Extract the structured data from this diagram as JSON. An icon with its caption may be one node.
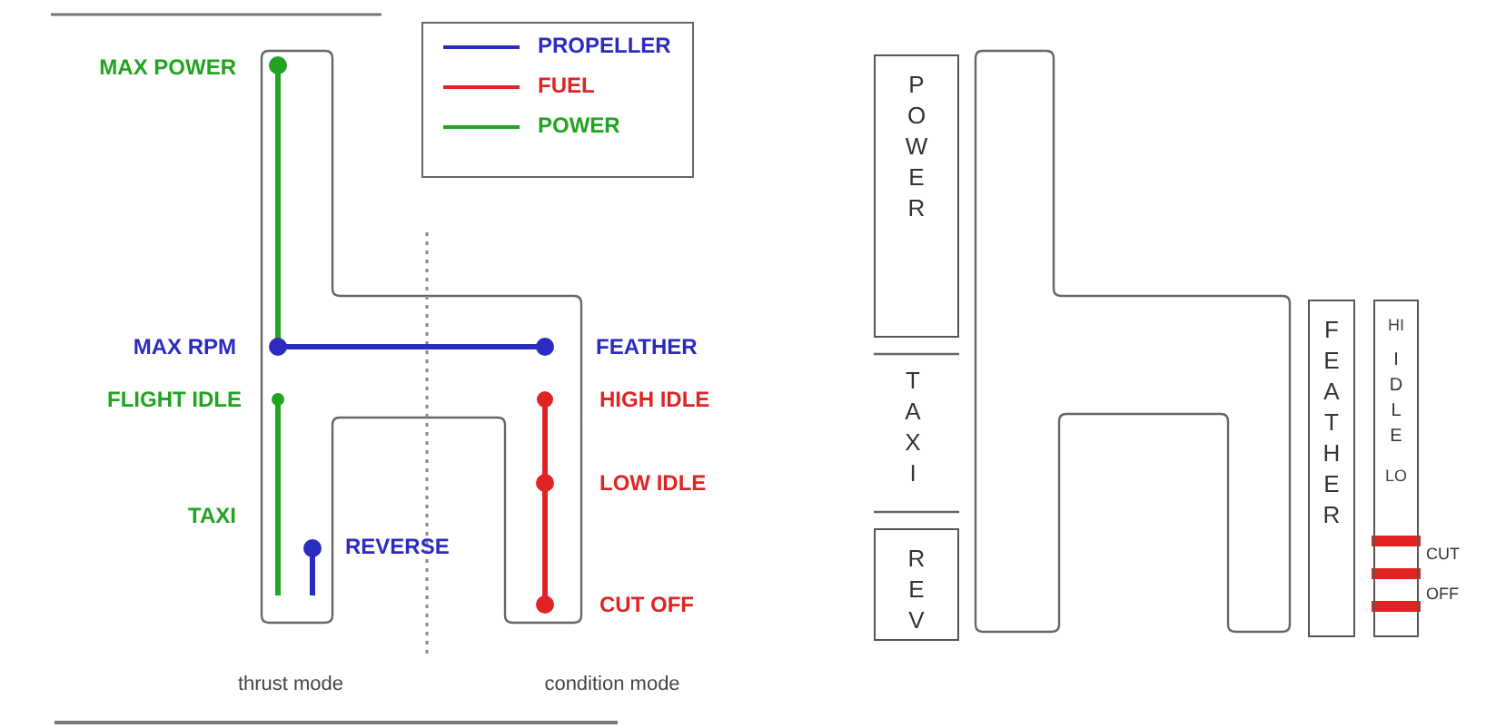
{
  "diagram": {
    "nodes": [
      {
        "text": [
          "POWER"
        ]
      },
      {
        "text": [
          "REV"
        ]
      },
      {
        "text": [
          "FEATHER"
        ]
      },
      {
        "text": [
          "HI",
          "IDLE",
          "LO"
        ],
        "beside": [
          "CUT OFF"
        ]
      }
    ],
    "labels": [
      "MAX POWER",
      "MAX RPM",
      "FEATHER",
      "FLIGHT IDLE",
      "HIGH IDLE",
      "LOW IDLE",
      "TAXI",
      "REVERSE",
      "CUT OFF",
      "thrust mode",
      "condition mode",
      "TAXI"
    ],
    "legend": [
      {
        "text": "PROPELLER",
        "color": "#2b2bc0"
      },
      {
        "text": "FUEL",
        "color": "#e02424"
      },
      {
        "text": "POWER",
        "color": "#22a322"
      }
    ]
  }
}
